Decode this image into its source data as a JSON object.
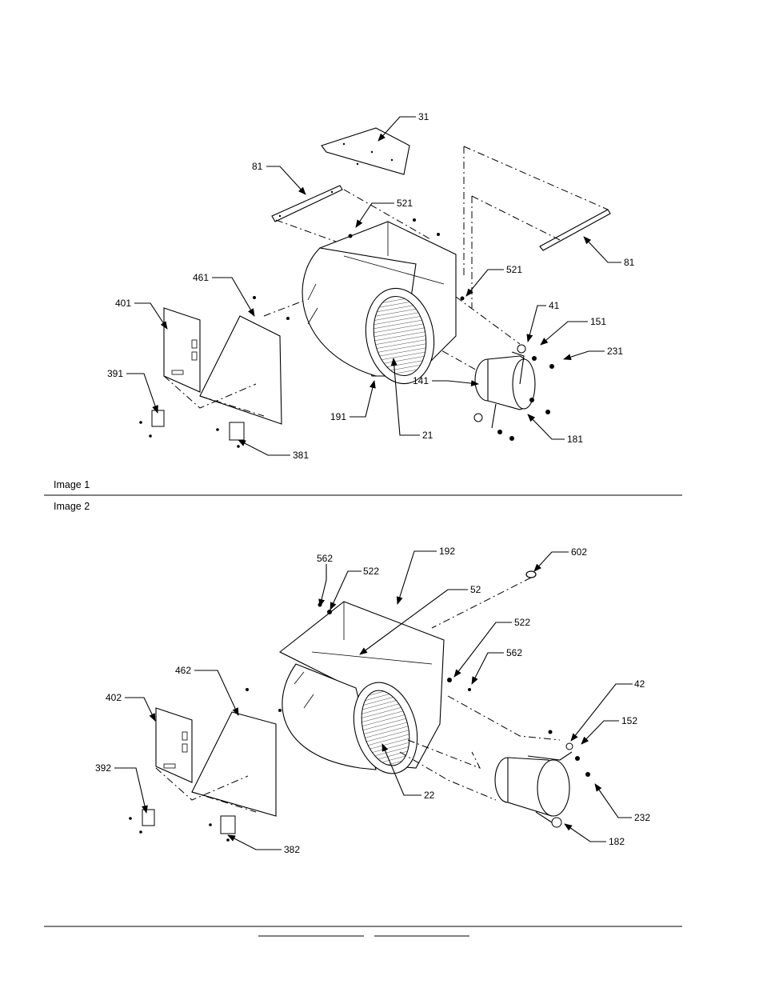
{
  "captions": {
    "image1": "Image 1",
    "image2": "Image 2"
  },
  "image1_labels": {
    "p31": "31",
    "p81a": "81",
    "p81b": "81",
    "p521a": "521",
    "p521b": "521",
    "p461": "461",
    "p401": "401",
    "p391": "391",
    "p381": "381",
    "p41": "41",
    "p151": "151",
    "p231": "231",
    "p141": "141",
    "p191": "191",
    "p21": "21",
    "p181": "181"
  },
  "image2_labels": {
    "p562a": "562",
    "p522a": "522",
    "p192": "192",
    "p602": "602",
    "p52": "52",
    "p522b": "522",
    "p562b": "562",
    "p462": "462",
    "p402": "402",
    "p392": "392",
    "p382": "382",
    "p42": "42",
    "p152": "152",
    "p232": "232",
    "p22": "22",
    "p182": "182"
  }
}
